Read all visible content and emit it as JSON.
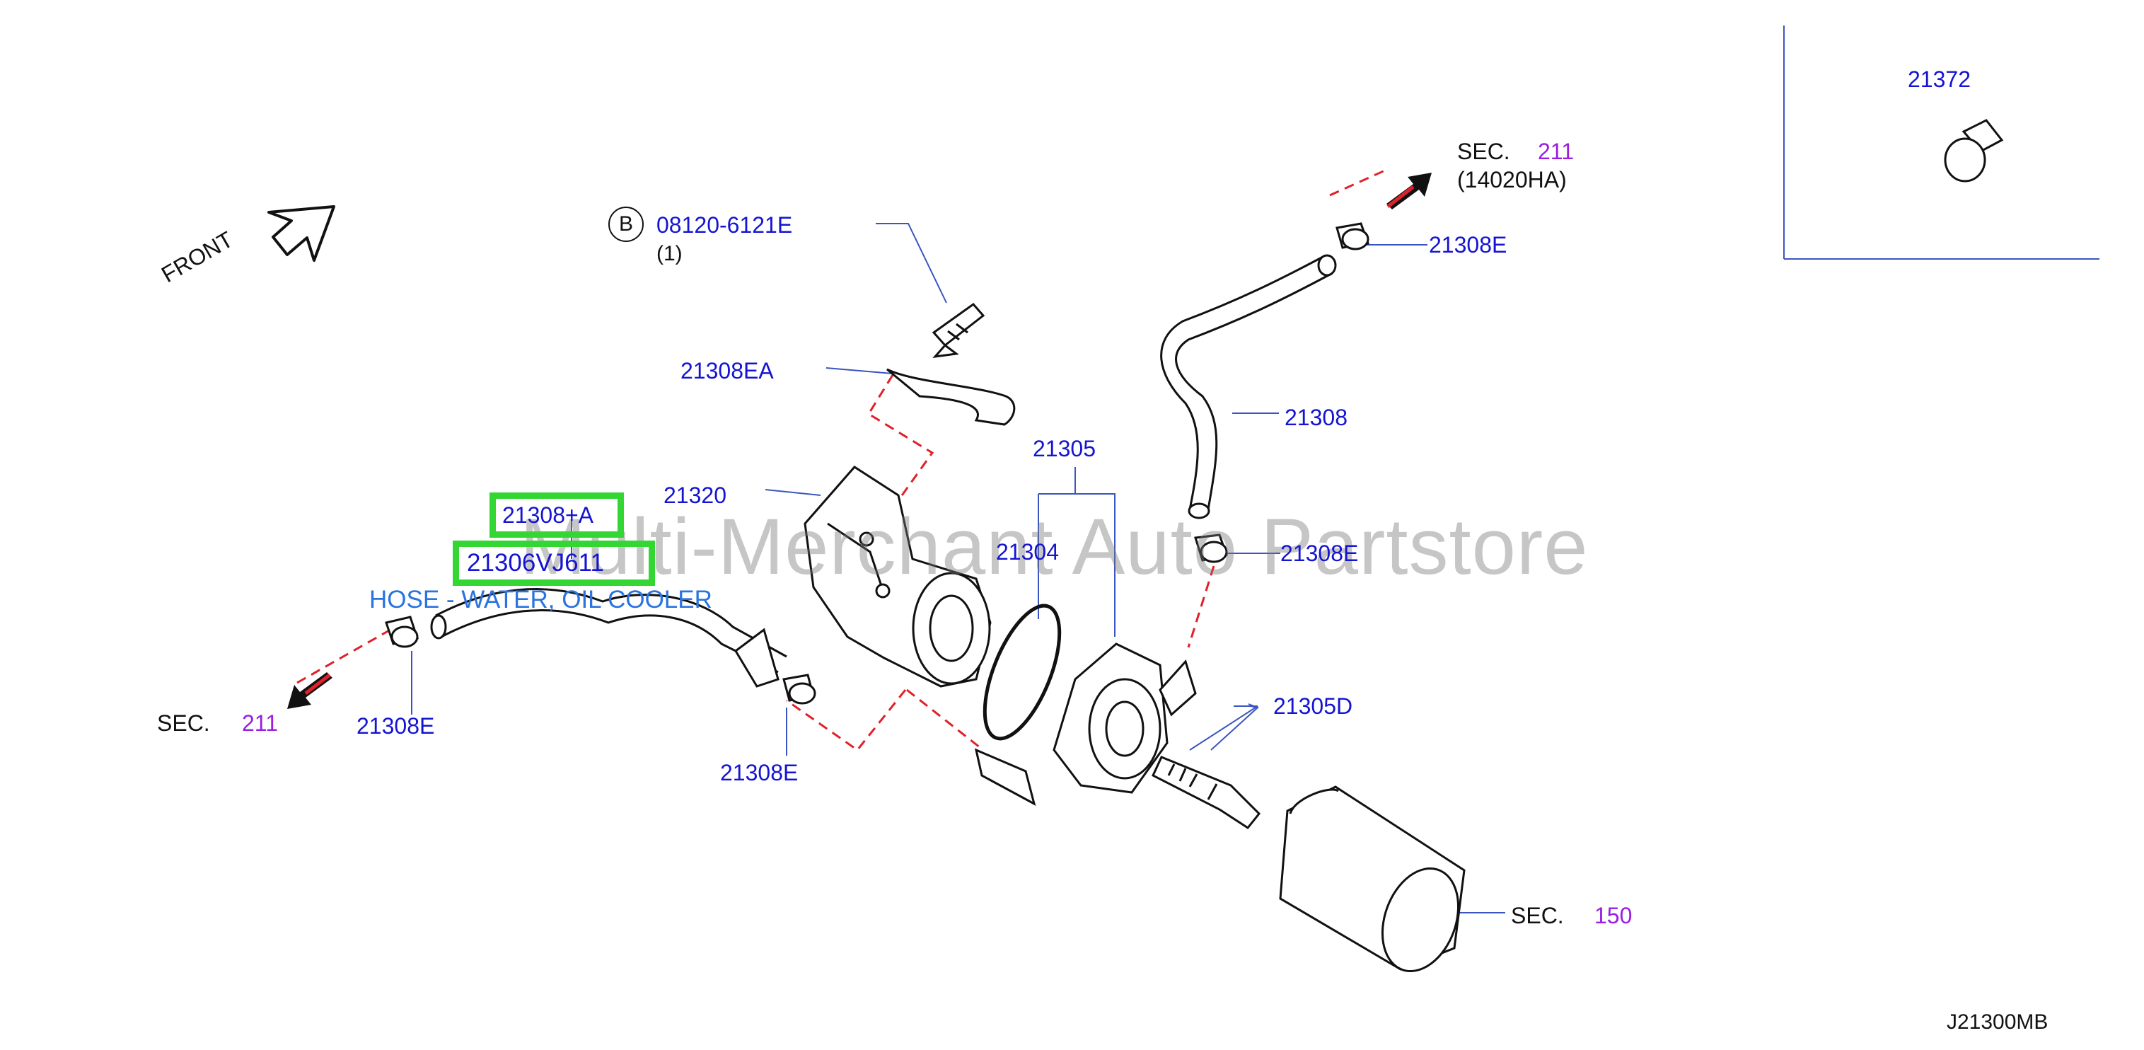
{
  "diagram": {
    "front_label": "FRONT",
    "watermark": "Multi-Merchant Auto Partstore",
    "diagram_code": "J21300MB",
    "callouts": {
      "bolt_symbol": "B",
      "bolt_part": "08120-6121E",
      "bolt_qty": "(1)",
      "bracket": "21308EA",
      "housing": "21320",
      "cooler": "21305",
      "oring": "21304",
      "connector": "21305D",
      "hose_upper": "21308",
      "clamp_top": "21308E",
      "clamp_mid": "21308E",
      "clamp_left": "21308E",
      "clamp_bottom": "21308E",
      "inset_part": "21372",
      "highlight_1": "21308+A",
      "highlight_2": "21306VJ611",
      "hose_name": "HOSE - WATER, OIL COOLER"
    },
    "sections": {
      "top_right": {
        "prefix": "SEC.",
        "number": "211",
        "sub": "(14020HA)"
      },
      "left": {
        "prefix": "SEC.",
        "number": "211"
      },
      "filter": {
        "prefix": "SEC.",
        "number": "150"
      }
    },
    "colors": {
      "label_blue": "#1414d2",
      "section_purple": "#9a1ee0",
      "highlight_green": "#34d634",
      "hose_name_blue": "#2a73e0",
      "dash_red": "#e0202a"
    }
  }
}
